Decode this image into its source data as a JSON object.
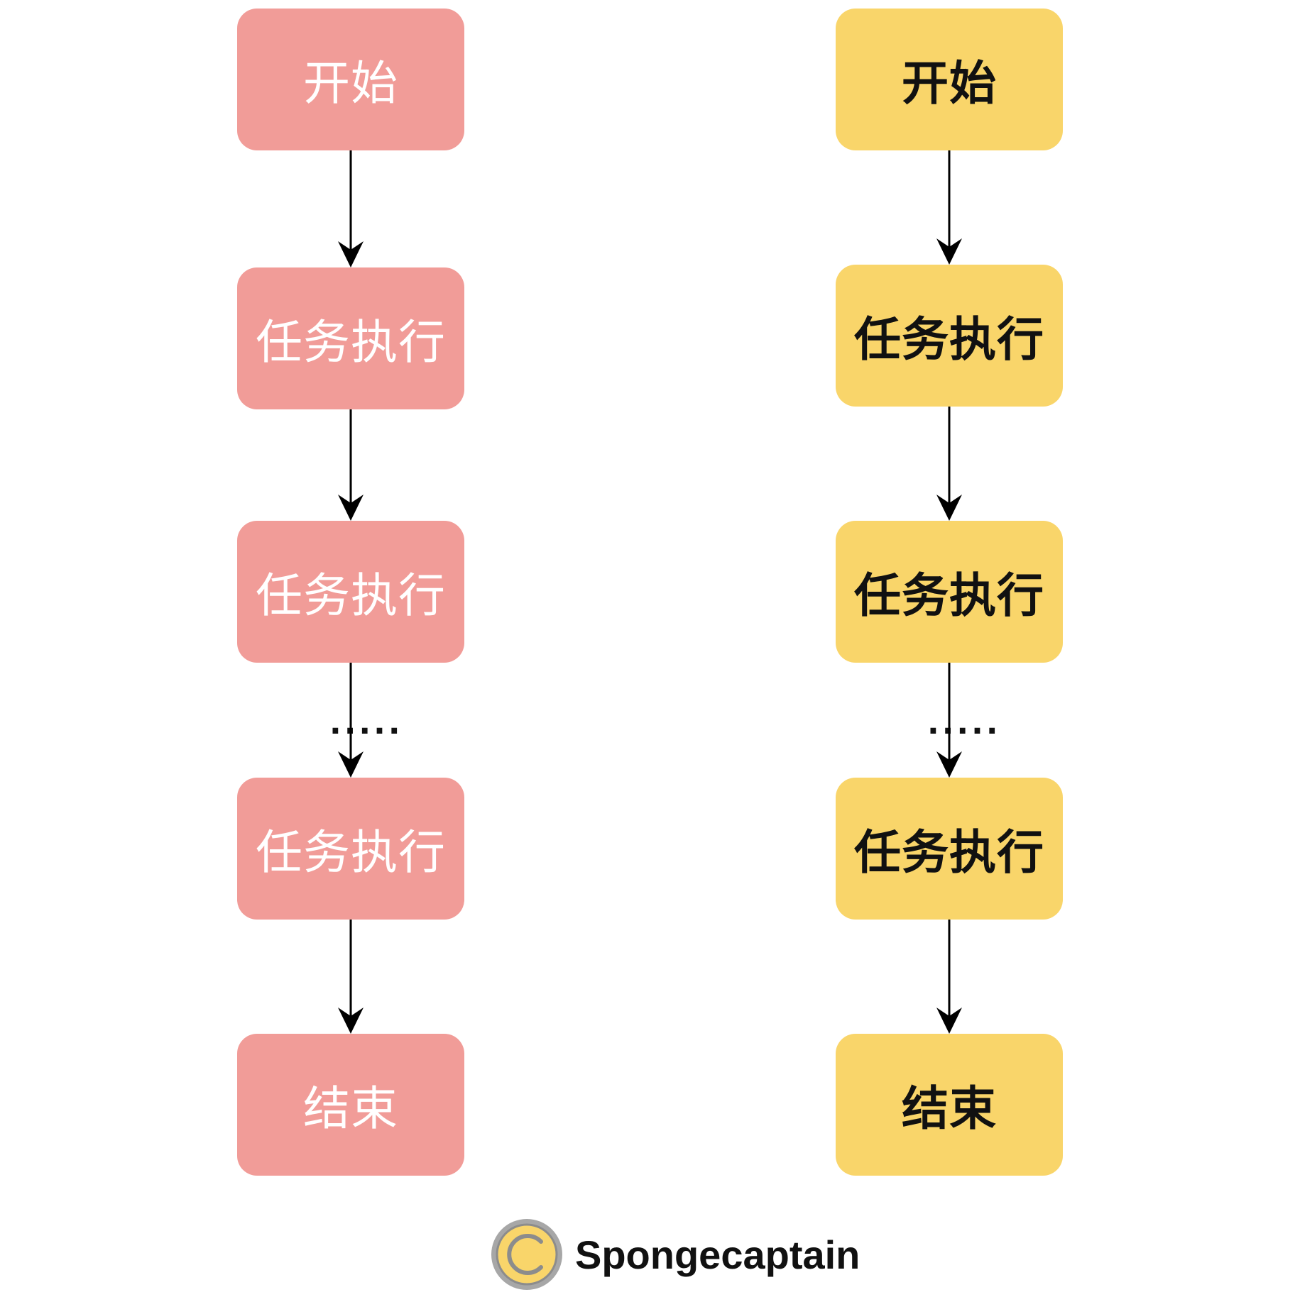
{
  "colors": {
    "left_fill": "#f19c98",
    "left_text": "#ffffff",
    "right_fill": "#f9d56a",
    "right_text": "#111111",
    "arrow": "#000000"
  },
  "left_flow": {
    "steps": [
      "开始",
      "任务执行",
      "任务执行",
      "任务执行",
      "结束"
    ],
    "ellipsis": "....."
  },
  "right_flow": {
    "steps": [
      "开始",
      "任务执行",
      "任务执行",
      "任务执行",
      "结束"
    ],
    "ellipsis": "....."
  },
  "credit": {
    "name": "Spongecaptain",
    "icon": "copyright-icon"
  }
}
